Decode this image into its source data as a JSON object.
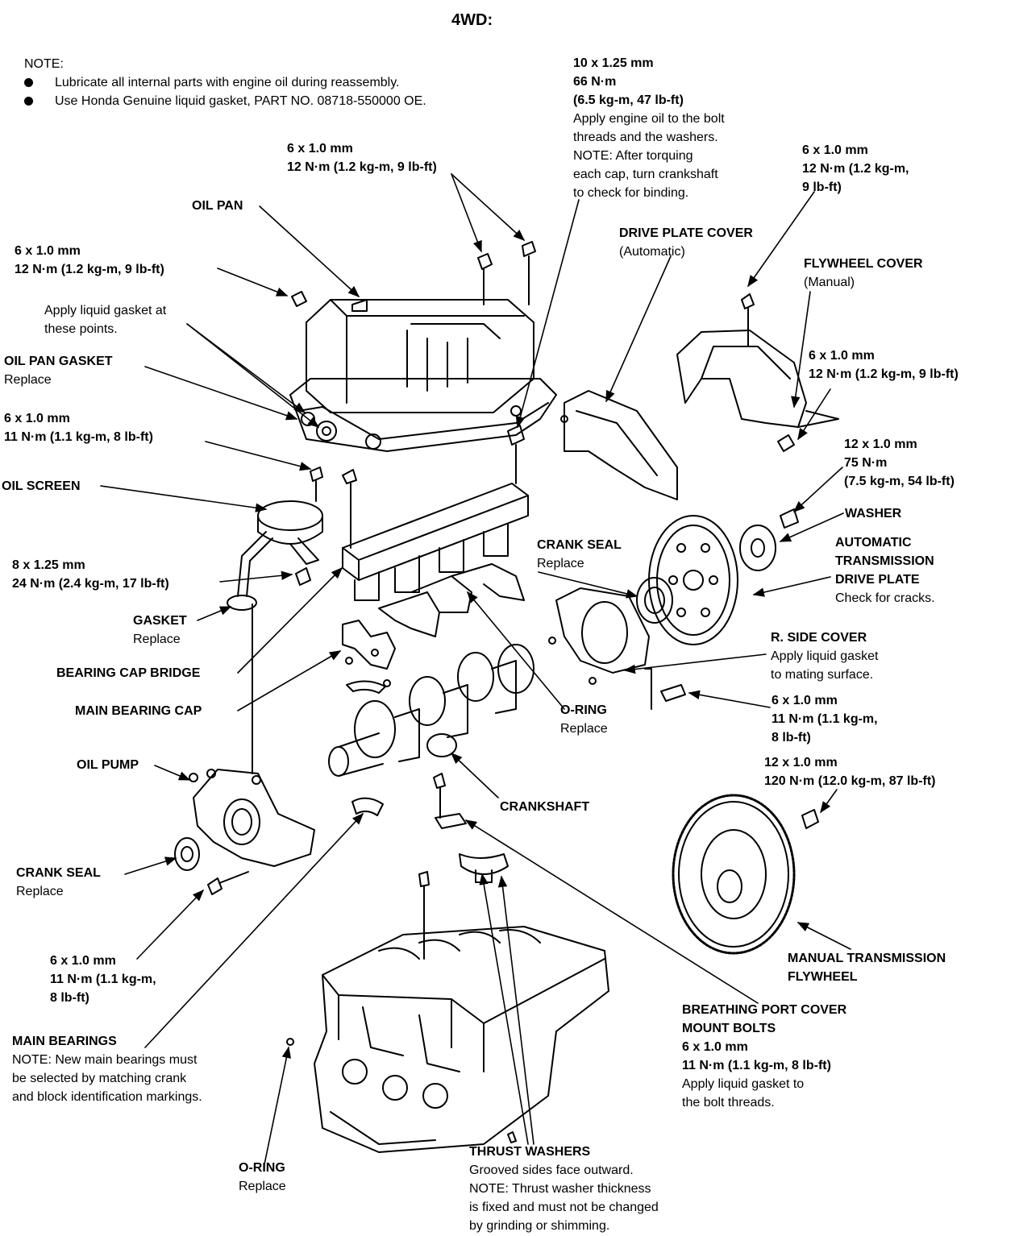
{
  "title": "4WD:",
  "note": {
    "heading": "NOTE:",
    "items": [
      "Lubricate all internal parts with engine oil during reassembly.",
      "Use Honda Genuine liquid gasket, PART NO. 08718-550000 OE."
    ]
  },
  "labels": {
    "main_cap_bolt": [
      "10 x 1.25 mm",
      "66 N·m",
      "(6.5 kg-m, 47 lb-ft)",
      "Apply engine oil to the bolt",
      "threads and the washers.",
      "NOTE: After torquing",
      "each cap, turn crankshaft",
      "to check for binding."
    ],
    "pan_bolt_top": [
      "6 x 1.0 mm",
      "12 N·m (1.2 kg-m, 9 lb-ft)"
    ],
    "cover_bolt_right": [
      "6 x 1.0 mm",
      "12 N·m (1.2 kg-m,",
      "9 lb-ft)"
    ],
    "oil_pan": [
      "OIL PAN"
    ],
    "drive_plate_cover": [
      "DRIVE PLATE COVER",
      "(Automatic)"
    ],
    "flywheel_cover": [
      "FLYWHEEL COVER",
      "(Manual)"
    ],
    "pan_bolt_left": [
      "6 x 1.0 mm",
      "12 N·m (1.2 kg-m, 9 lb-ft)"
    ],
    "liquid_gasket": [
      "Apply liquid gasket at",
      "these points."
    ],
    "oil_pan_gasket": [
      "OIL PAN GASKET",
      "Replace"
    ],
    "flywheel_cover_bolt": [
      "6 x 1.0 mm",
      "12 N·m (1.2 kg-m, 9 lb-ft)"
    ],
    "screen_bolt": [
      "6 x 1.0 mm",
      "11 N·m (1.1 kg-m, 8 lb-ft)"
    ],
    "drive_plate_bolt": [
      "12 x 1.0 mm",
      "75 N·m",
      "(7.5 kg-m, 54 lb-ft)"
    ],
    "oil_screen": [
      "OIL SCREEN"
    ],
    "washer": [
      "WASHER"
    ],
    "crank_seal_right": [
      "CRANK SEAL",
      "Replace"
    ],
    "automatic_drive_plate": [
      "AUTOMATIC",
      "TRANSMISSION",
      "DRIVE PLATE",
      "Check for cracks."
    ],
    "screen_nut": [
      "8 x 1.25 mm",
      "24 N·m (2.4 kg-m, 17 lb-ft)"
    ],
    "gasket": [
      "GASKET",
      "Replace"
    ],
    "r_side_cover": [
      "R. SIDE COVER",
      "Apply liquid gasket",
      "to mating surface."
    ],
    "bearing_cap_bridge": [
      "BEARING CAP BRIDGE"
    ],
    "side_cover_bolt": [
      "6 x 1.0 mm",
      "11 N·m (1.1 kg-m,",
      "8 lb-ft)"
    ],
    "main_bearing_cap": [
      "MAIN BEARING CAP"
    ],
    "o_ring_mid": [
      "O-RING",
      "Replace"
    ],
    "flywheel_bolt": [
      "12 x 1.0 mm",
      "120 N·m (12.0 kg-m, 87 lb-ft)"
    ],
    "oil_pump": [
      "OIL PUMP"
    ],
    "crankshaft": [
      "CRANKSHAFT"
    ],
    "crank_seal_left": [
      "CRANK SEAL",
      "Replace"
    ],
    "manual_flywheel": [
      "MANUAL TRANSMISSION",
      "FLYWHEEL"
    ],
    "pump_bolt": [
      "6 x 1.0 mm",
      "11 N·m (1.1 kg-m,",
      "8 lb-ft)"
    ],
    "breathing_port": [
      "BREATHING PORT COVER",
      "MOUNT BOLTS",
      "6 x 1.0 mm",
      "11 N·m (1.1 kg-m, 8 lb-ft)",
      "Apply liquid gasket to",
      "the bolt threads."
    ],
    "main_bearings": [
      "MAIN BEARINGS",
      "NOTE: New main bearings must",
      "be selected by matching crank",
      "and block identification markings."
    ],
    "o_ring_bottom": [
      "O-RING",
      "Replace"
    ],
    "thrust_washers": [
      "THRUST WASHERS",
      "Grooved sides face outward.",
      "NOTE: Thrust washer thickness",
      "is fixed and must not be changed",
      "by grinding or shimming."
    ]
  }
}
